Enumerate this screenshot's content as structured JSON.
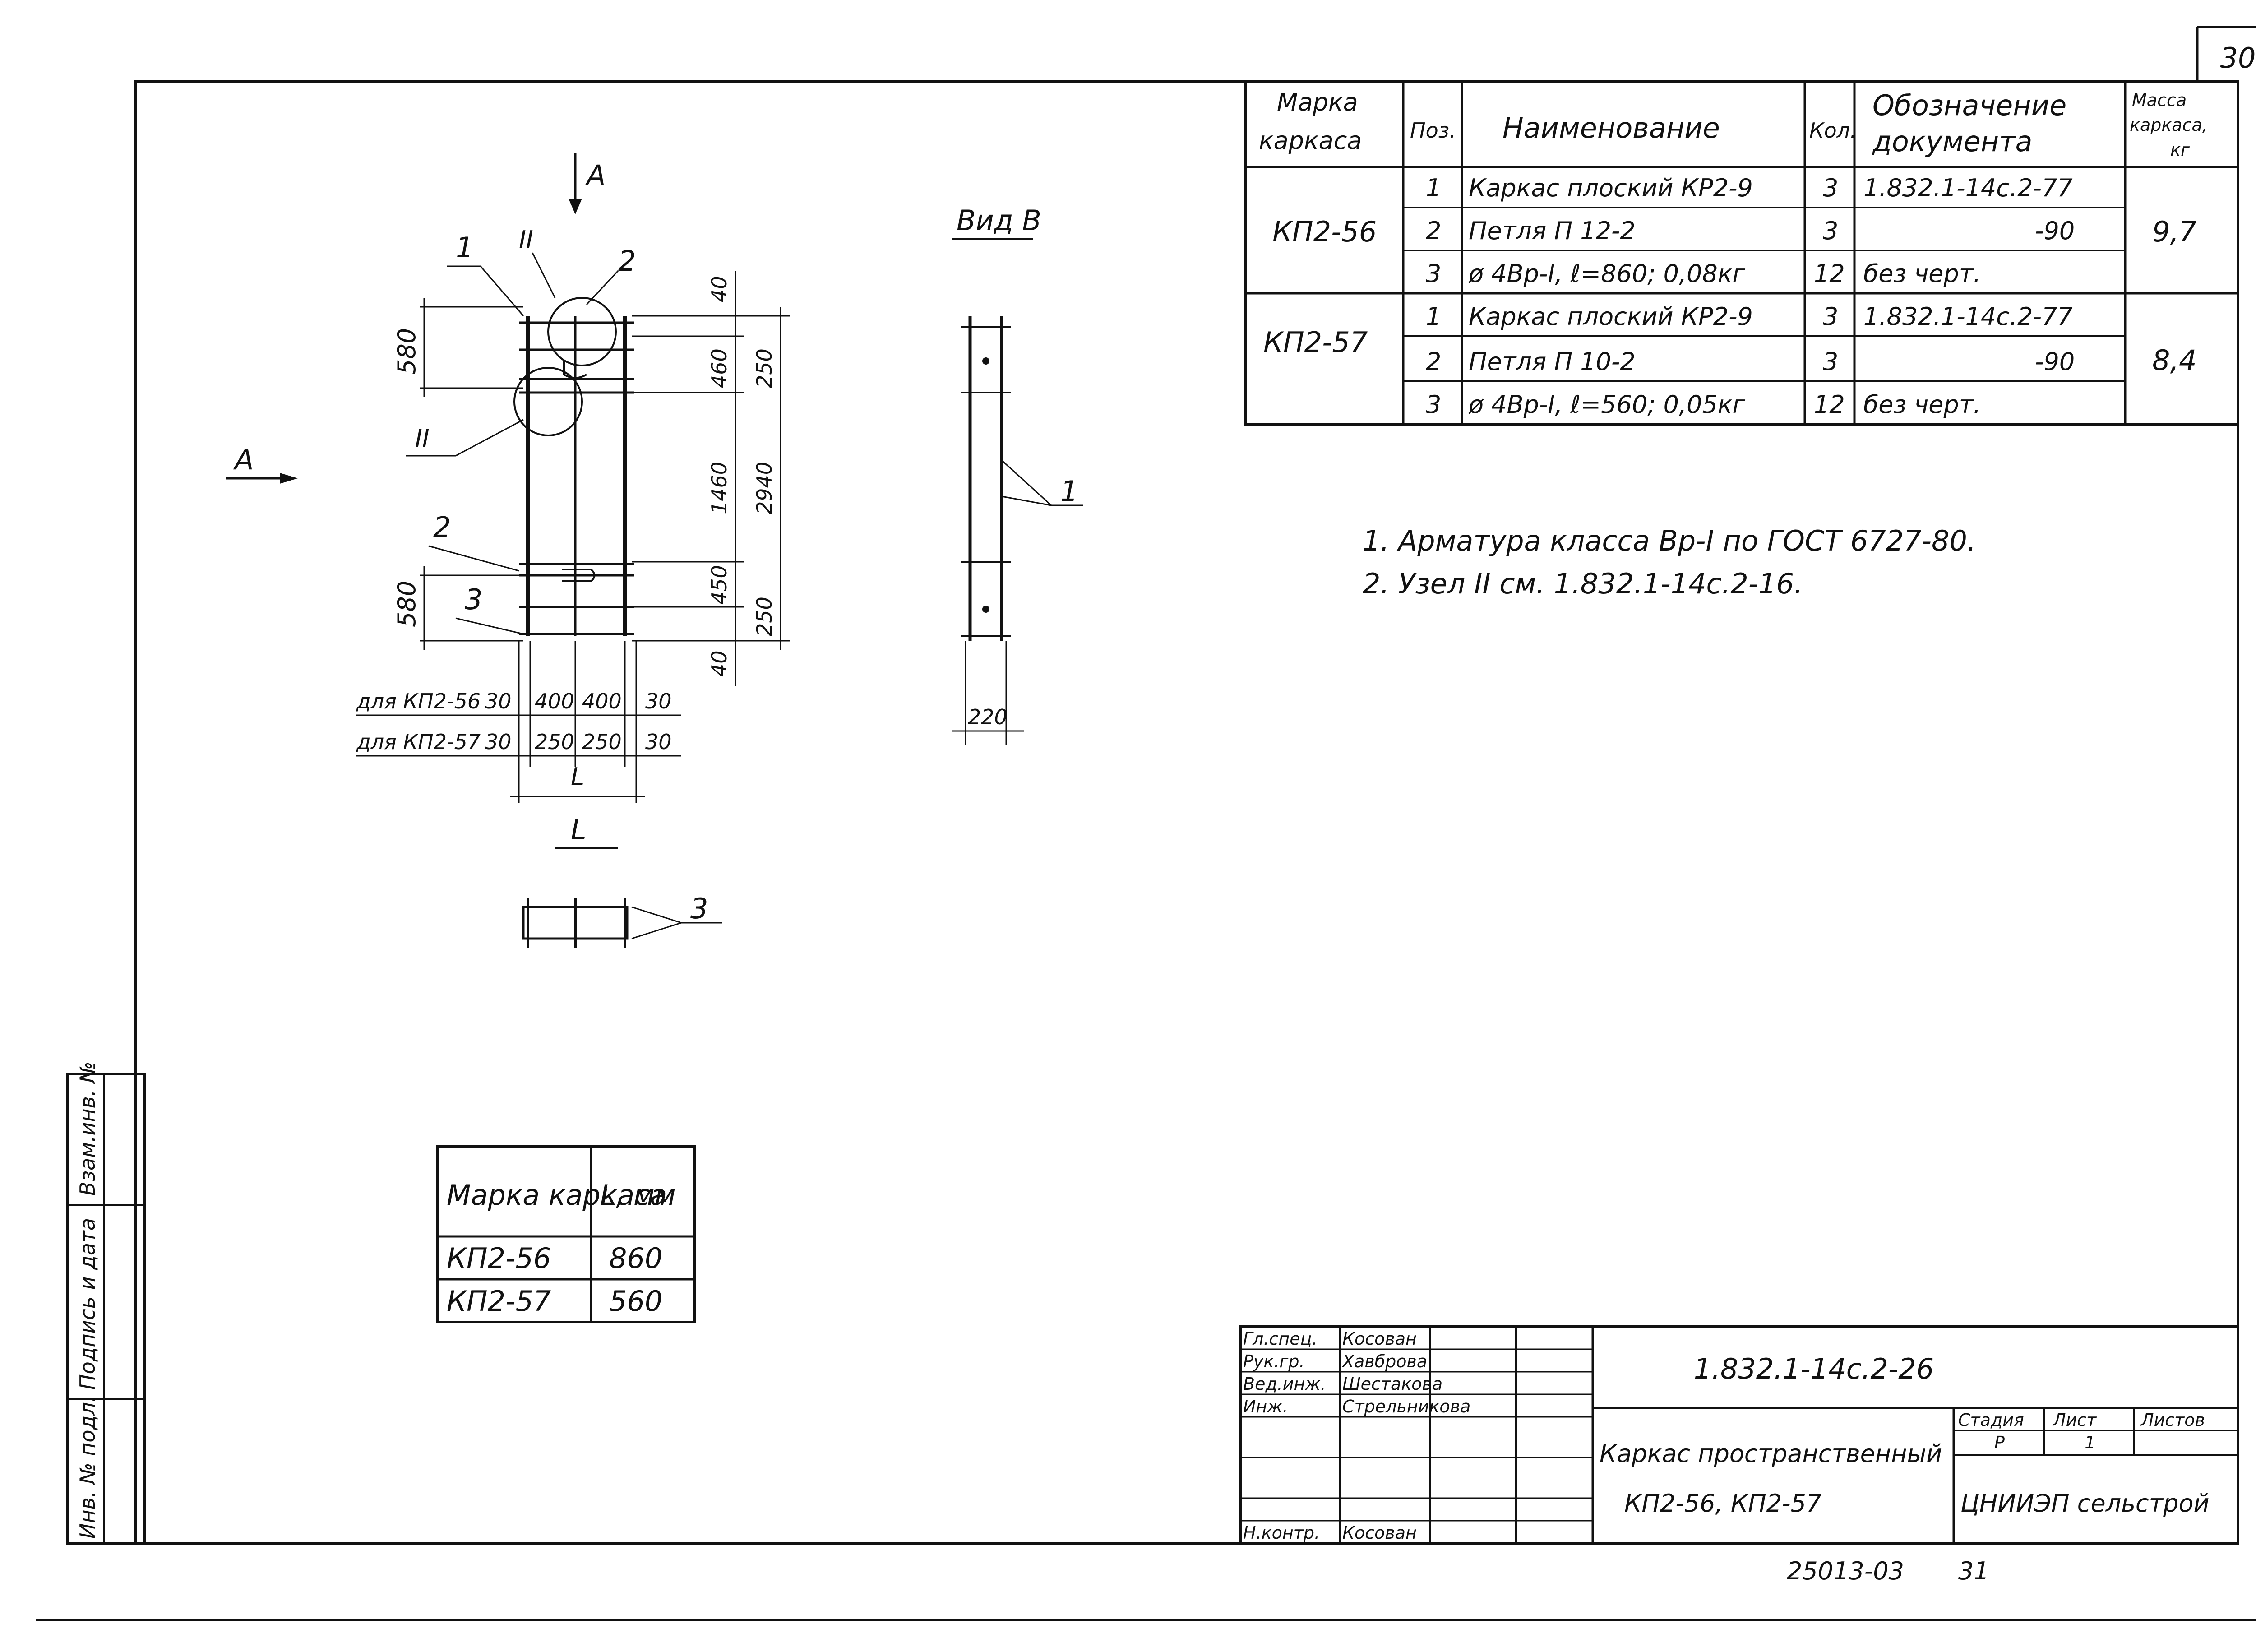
{
  "sheet": {
    "sheet_number": "30",
    "copy_number": "25013-03",
    "page_mark": "31"
  },
  "spec_table": {
    "headers": {
      "mark": [
        "Марка",
        "каркаса"
      ],
      "pos": "Поз.",
      "name": "Наименование",
      "qty": "Кол.",
      "doc": [
        "Обозначение",
        "документа"
      ],
      "mass": [
        "Масса",
        "каркаса,",
        "кг"
      ]
    },
    "groups": [
      {
        "mark": "КП2-56",
        "mass": "9,7",
        "rows": [
          {
            "pos": "1",
            "name": "Каркас плоский КР2-9",
            "qty": "3",
            "doc": "1.832.1-14с.2-77"
          },
          {
            "pos": "2",
            "name": "Петля П 12-2",
            "qty": "3",
            "doc": "-90"
          },
          {
            "pos": "3",
            "name": "ø 4Вр-I, ℓ=860; 0,08кг",
            "qty": "12",
            "doc": "без черт."
          }
        ]
      },
      {
        "mark": "КП2-57",
        "mass": "8,4",
        "rows": [
          {
            "pos": "1",
            "name": "Каркас плоский КР2-9",
            "qty": "3",
            "doc": "1.832.1-14с.2-77"
          },
          {
            "pos": "2",
            "name": "Петля П 10-2",
            "qty": "3",
            "doc": "-90"
          },
          {
            "pos": "3",
            "name": "ø 4Вр-I, ℓ=560; 0,05кг",
            "qty": "12",
            "doc": "без черт."
          }
        ]
      }
    ]
  },
  "notes": [
    "1. Арматура класса Вр-I по ГОСТ 6727-80.",
    "2. Узел II см. 1.832.1-14с.2-16."
  ],
  "drawing": {
    "section_label": "А",
    "view_label": "Вид В",
    "node_label": "II",
    "pos_labels": [
      "1",
      "2",
      "3"
    ],
    "dims_vertical_left": [
      "580",
      "580"
    ],
    "dims_vertical_right": [
      "40",
      "250",
      "460",
      "1460",
      "2940",
      "450",
      "250",
      "40"
    ],
    "dims_row_56": {
      "label": "для КП2-56",
      "values": [
        "30",
        "400",
        "400",
        "30"
      ]
    },
    "dims_row_57": {
      "label": "для КП2-57",
      "values": [
        "30",
        "250",
        "250",
        "30"
      ]
    },
    "L": "L",
    "side_width": "220"
  },
  "length_table": {
    "headers": [
      "Марка каркаса",
      "L, мм"
    ],
    "rows": [
      {
        "mark": "КП2-56",
        "L": "860"
      },
      {
        "mark": "КП2-57",
        "L": "560"
      }
    ]
  },
  "title_block": {
    "designation": "1.832.1-14с.2-26",
    "title": [
      "Каркас пространственный",
      "КП2-56, КП2-57"
    ],
    "stage_header": "Стадия",
    "sheet_header": "Лист",
    "sheets_header": "Листов",
    "stage": "Р",
    "sheet": "1",
    "sheets": "",
    "org": "ЦНИИЭП сельстрой",
    "roles": [
      {
        "role": "Гл.спец.",
        "name": "Косован"
      },
      {
        "role": "Рук.гр.",
        "name": "Хавброва"
      },
      {
        "role": "Вед.инж.",
        "name": "Шестакова"
      },
      {
        "role": "Инж.",
        "name": "Стрельникова"
      },
      {
        "role": "",
        "name": ""
      },
      {
        "role": "",
        "name": ""
      },
      {
        "role": "Н.контр.",
        "name": "Косован"
      }
    ]
  },
  "side_stamp": {
    "labels": [
      "Инв. № подл.",
      "Подпись и дата",
      "Взам.инв. №"
    ]
  }
}
